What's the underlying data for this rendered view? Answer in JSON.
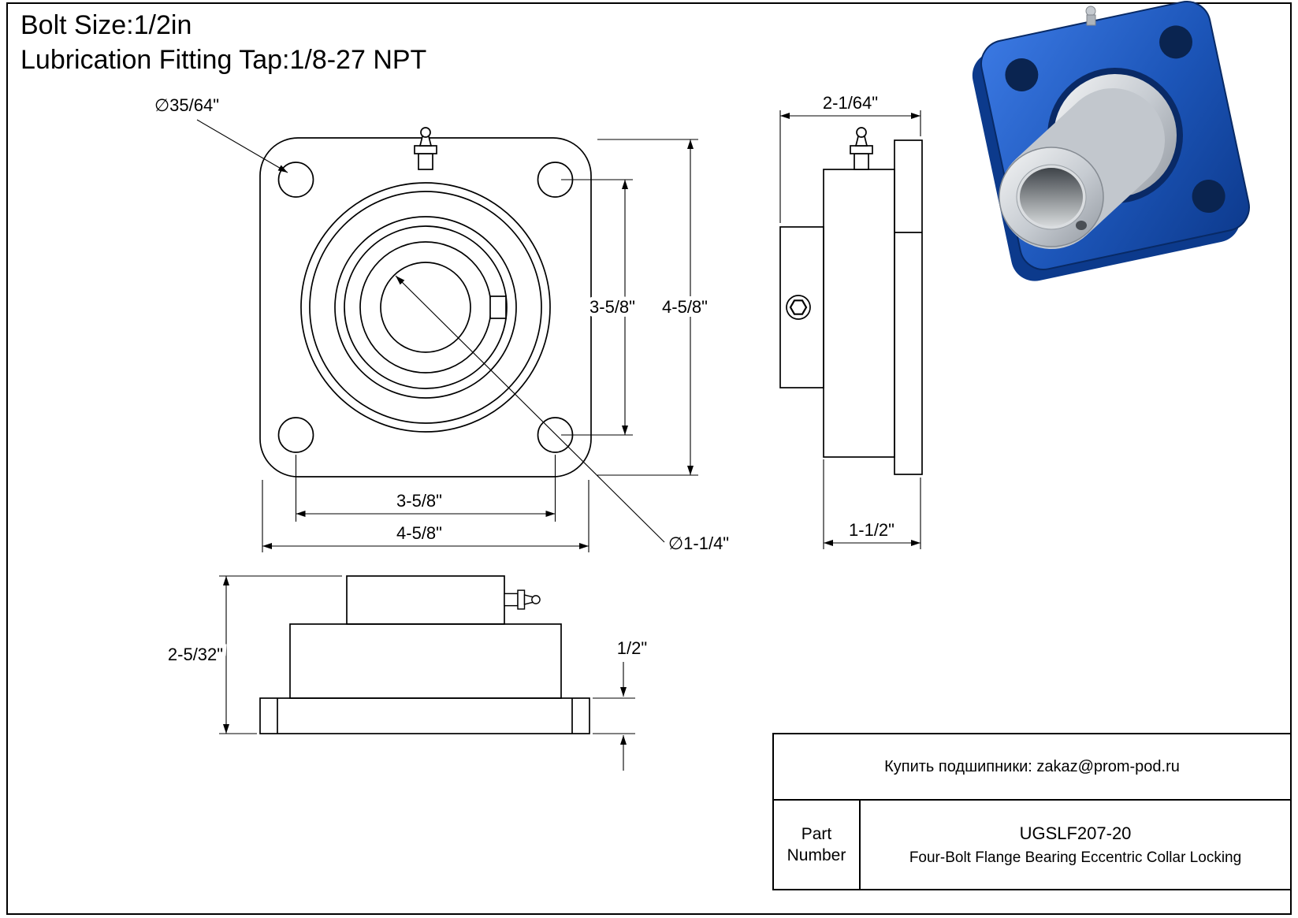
{
  "header": {
    "line1": "Bolt Size:1/2in",
    "line2": "Lubrication Fitting Tap:1/8-27 NPT"
  },
  "front_view": {
    "bolt_hole_dia": "∅35/64\"",
    "bolt_spacing_vertical": "3-5/8\"",
    "overall_height": "4-5/8\"",
    "bolt_spacing_horizontal": "3-5/8\"",
    "overall_width": "4-5/8\"",
    "bore_dia": "∅1-1/4\""
  },
  "side_view": {
    "overall_depth": "2-1/64\"",
    "housing_depth": "1-1/2\""
  },
  "profile_view": {
    "overall_height": "2-5/32\"",
    "flange_thickness": "1/2\""
  },
  "titleblock": {
    "contact": "Купить подшипники: zakaz@prom-pod.ru",
    "part_label": "Part Number",
    "part_number": "UGSLF207-20",
    "description": "Four-Bolt Flange Bearing Eccentric Collar Locking"
  },
  "colors": {
    "flange_blue": "#1c55b8",
    "flange_blue_dark": "#0c3a8c",
    "steel": "#c6cbd1"
  }
}
